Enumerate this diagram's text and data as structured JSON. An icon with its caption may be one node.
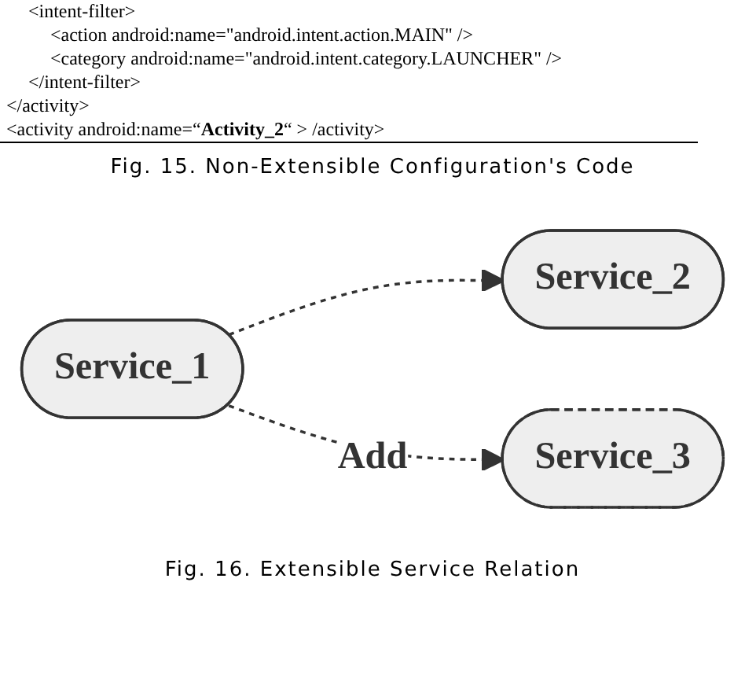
{
  "diagram": {
    "caption": "Fig. 16. Extensible Service Relation",
    "nodes": [
      {
        "text": [
          "Service_1"
        ]
      },
      {
        "text": [
          "Service_2"
        ]
      },
      {
        "text": [
          "Service_3"
        ]
      }
    ],
    "edges": [
      {
        "from": 0,
        "to": 1,
        "arrow": "to",
        "style": "dashed"
      },
      {
        "from": 0,
        "to": 2,
        "arrow": "to",
        "style": "dashed",
        "label": "Add"
      }
    ],
    "labels": [
      "<intent-filter>",
      "<action android:name=\"android.intent.action.MAIN\" />",
      "<category android:name=\"android.intent.category.LAUNCHER\" />",
      "</intent-filter>",
      "</activity>",
      "<activity android:name=“**Activity_2**“ > /activity>",
      "Fig. 15. Non-Extensible Configuration's Code"
    ]
  }
}
